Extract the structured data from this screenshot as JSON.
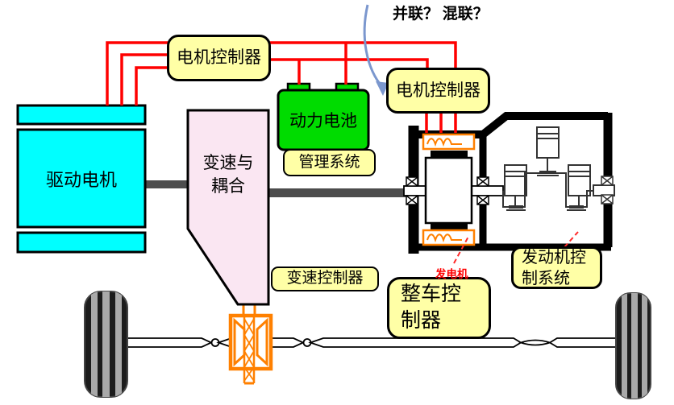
{
  "diagram": {
    "title_question": "并联？ 混联？",
    "labels": {
      "motor_controller_left": "电机控制器",
      "motor_controller_right": "电机控制器",
      "power_battery": "动力电池",
      "management_system": "管理系统",
      "drive_motor": "驱动电机",
      "transmission_coupling": "变速与\n耦合",
      "transmission_controller": "变速控制器",
      "vehicle_controller": "整车控\n制器",
      "engine_control_system": "发动机控\n制系统",
      "generator": "发电机"
    },
    "colors": {
      "wire_red": "#FF0000",
      "label_yellow": "#FFFFA6",
      "battery_green": "#00DC00",
      "motor_cyan": "#00FFFF",
      "transmission_pink": "#FAE6F2",
      "mechanical_orange": "#FF8000",
      "arrow_blue": "#7B97CE",
      "shaft_gray": "#4D4D4D"
    }
  }
}
